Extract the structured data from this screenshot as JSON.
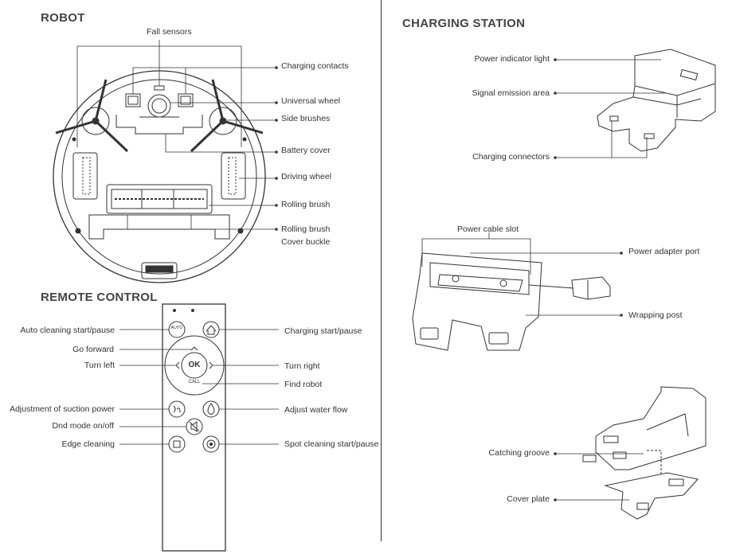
{
  "sections": {
    "robot": "ROBOT",
    "remote": "REMOTE CONTROL",
    "station": "CHARGING STATION"
  },
  "robot_labels": {
    "fall_sensors": "Fall sensors",
    "charging_contacts": "Charging contacts",
    "universal_wheel": "Universal wheel",
    "side_brushes": "Side brushes",
    "battery_cover": "Battery cover",
    "driving_wheel": "Driving wheel",
    "rolling_brush": "Rolling brush",
    "rolling_brush_cover_1": "Rolling brush",
    "rolling_brush_cover_2": "Cover buckle"
  },
  "remote_labels": {
    "auto_cleaning": "Auto cleaning start/pause",
    "go_forward": "Go forward",
    "turn_left": "Turn left",
    "suction_power": "Adjustment of  suction power",
    "dnd_mode": "Dnd mode on/off",
    "edge_cleaning": "Edge cleaning",
    "charging": "Charging start/pause",
    "turn_right": "Turn right",
    "find_robot": "Find robot",
    "water_flow": "Adjust water flow",
    "spot_cleaning": "Spot cleaning start/pause"
  },
  "remote_buttons": {
    "auto": "AUTO",
    "ok": "OK",
    "call": "CALL"
  },
  "station_labels": {
    "power_indicator": "Power indicator light",
    "signal_area": "Signal emission area",
    "charging_connectors": "Charging connectors",
    "power_cable_slot": "Power cable slot",
    "power_adapter_port": "Power adapter port",
    "wrapping_post": "Wrapping post",
    "catching_groove": "Catching groove",
    "cover_plate": "Cover plate"
  }
}
